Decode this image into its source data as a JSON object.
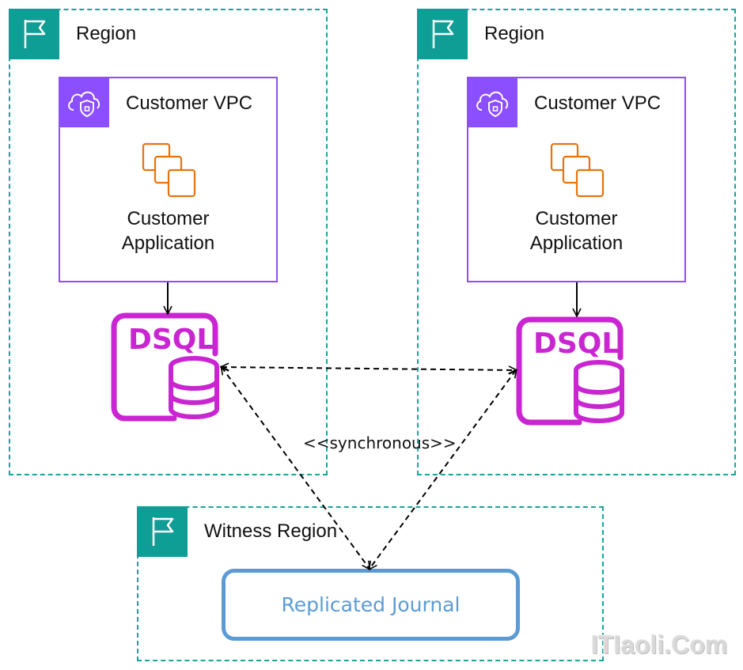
{
  "regions": [
    {
      "title": "Region"
    },
    {
      "title": "Region"
    }
  ],
  "witness_region": {
    "title": "Witness Region"
  },
  "vpcs": [
    {
      "title": "Customer VPC",
      "app_line1": "Customer",
      "app_line2": "Application",
      "db_label": "DSQL"
    },
    {
      "title": "Customer VPC",
      "app_line1": "Customer",
      "app_line2": "Application",
      "db_label": "DSQL"
    }
  ],
  "sync_label": "<<synchronous>>",
  "journal_label": "Replicated Journal",
  "watermark": "ITIaoli.Com",
  "colors": {
    "region_border": "#1aa39a",
    "region_badge": "#0e9e96",
    "vpc_border": "#8c4fff",
    "app_icon": "#e8730c",
    "dsql": "#c925d1",
    "journal": "#5b9bd5"
  },
  "icons": {
    "region": "flag-icon",
    "vpc": "cloud-shield-icon",
    "application": "stacked-squares-icon",
    "database": "database-cylinder-icon"
  }
}
